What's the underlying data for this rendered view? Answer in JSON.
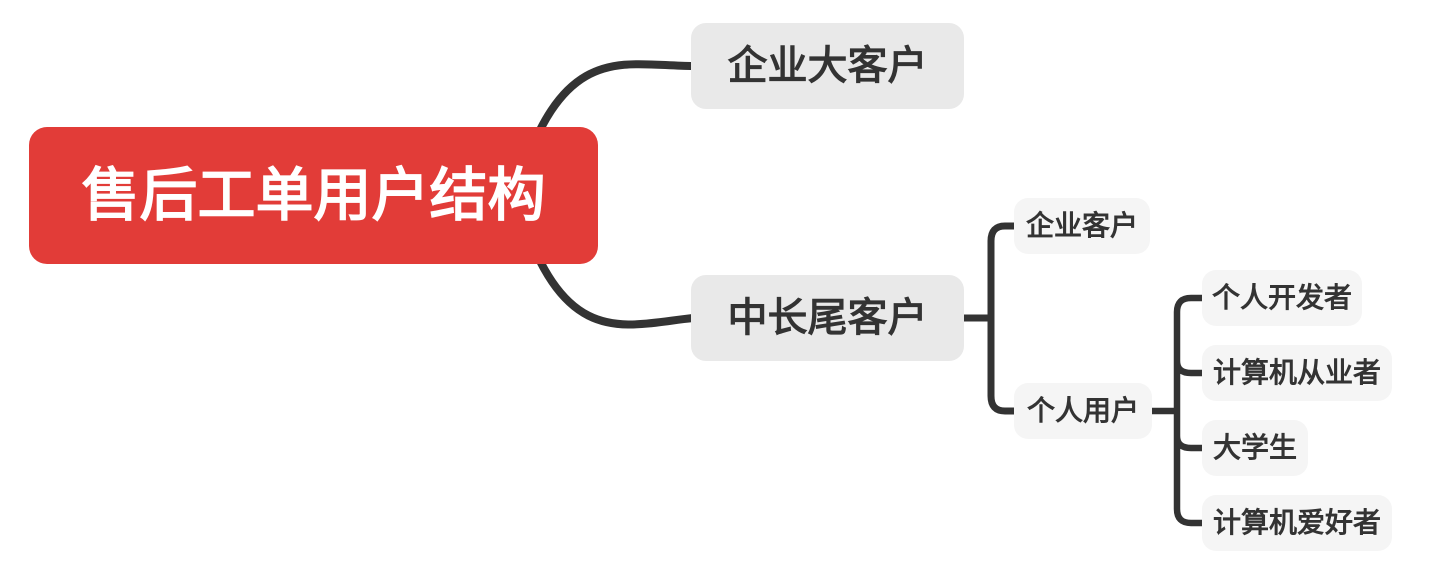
{
  "canvas": {
    "background": "#ffffff"
  },
  "colors": {
    "root_background": "#e23c38",
    "root_text": "#ffffff",
    "branch_background": "#e9e9e9",
    "leaf_background": "#f5f5f5",
    "node_text": "#333333",
    "connector": "#333333"
  },
  "mindmap": {
    "root": {
      "label": "售后工单用户结构"
    },
    "branches": [
      {
        "label": "企业大客户",
        "children": []
      },
      {
        "label": "中长尾客户",
        "children": [
          {
            "label": "企业客户",
            "children": []
          },
          {
            "label": "个人用户",
            "children": [
              {
                "label": "个人开发者",
                "children": []
              },
              {
                "label": "计算机从业者",
                "children": []
              },
              {
                "label": "大学生",
                "children": []
              },
              {
                "label": "计算机爱好者",
                "children": []
              }
            ]
          }
        ]
      }
    ]
  }
}
